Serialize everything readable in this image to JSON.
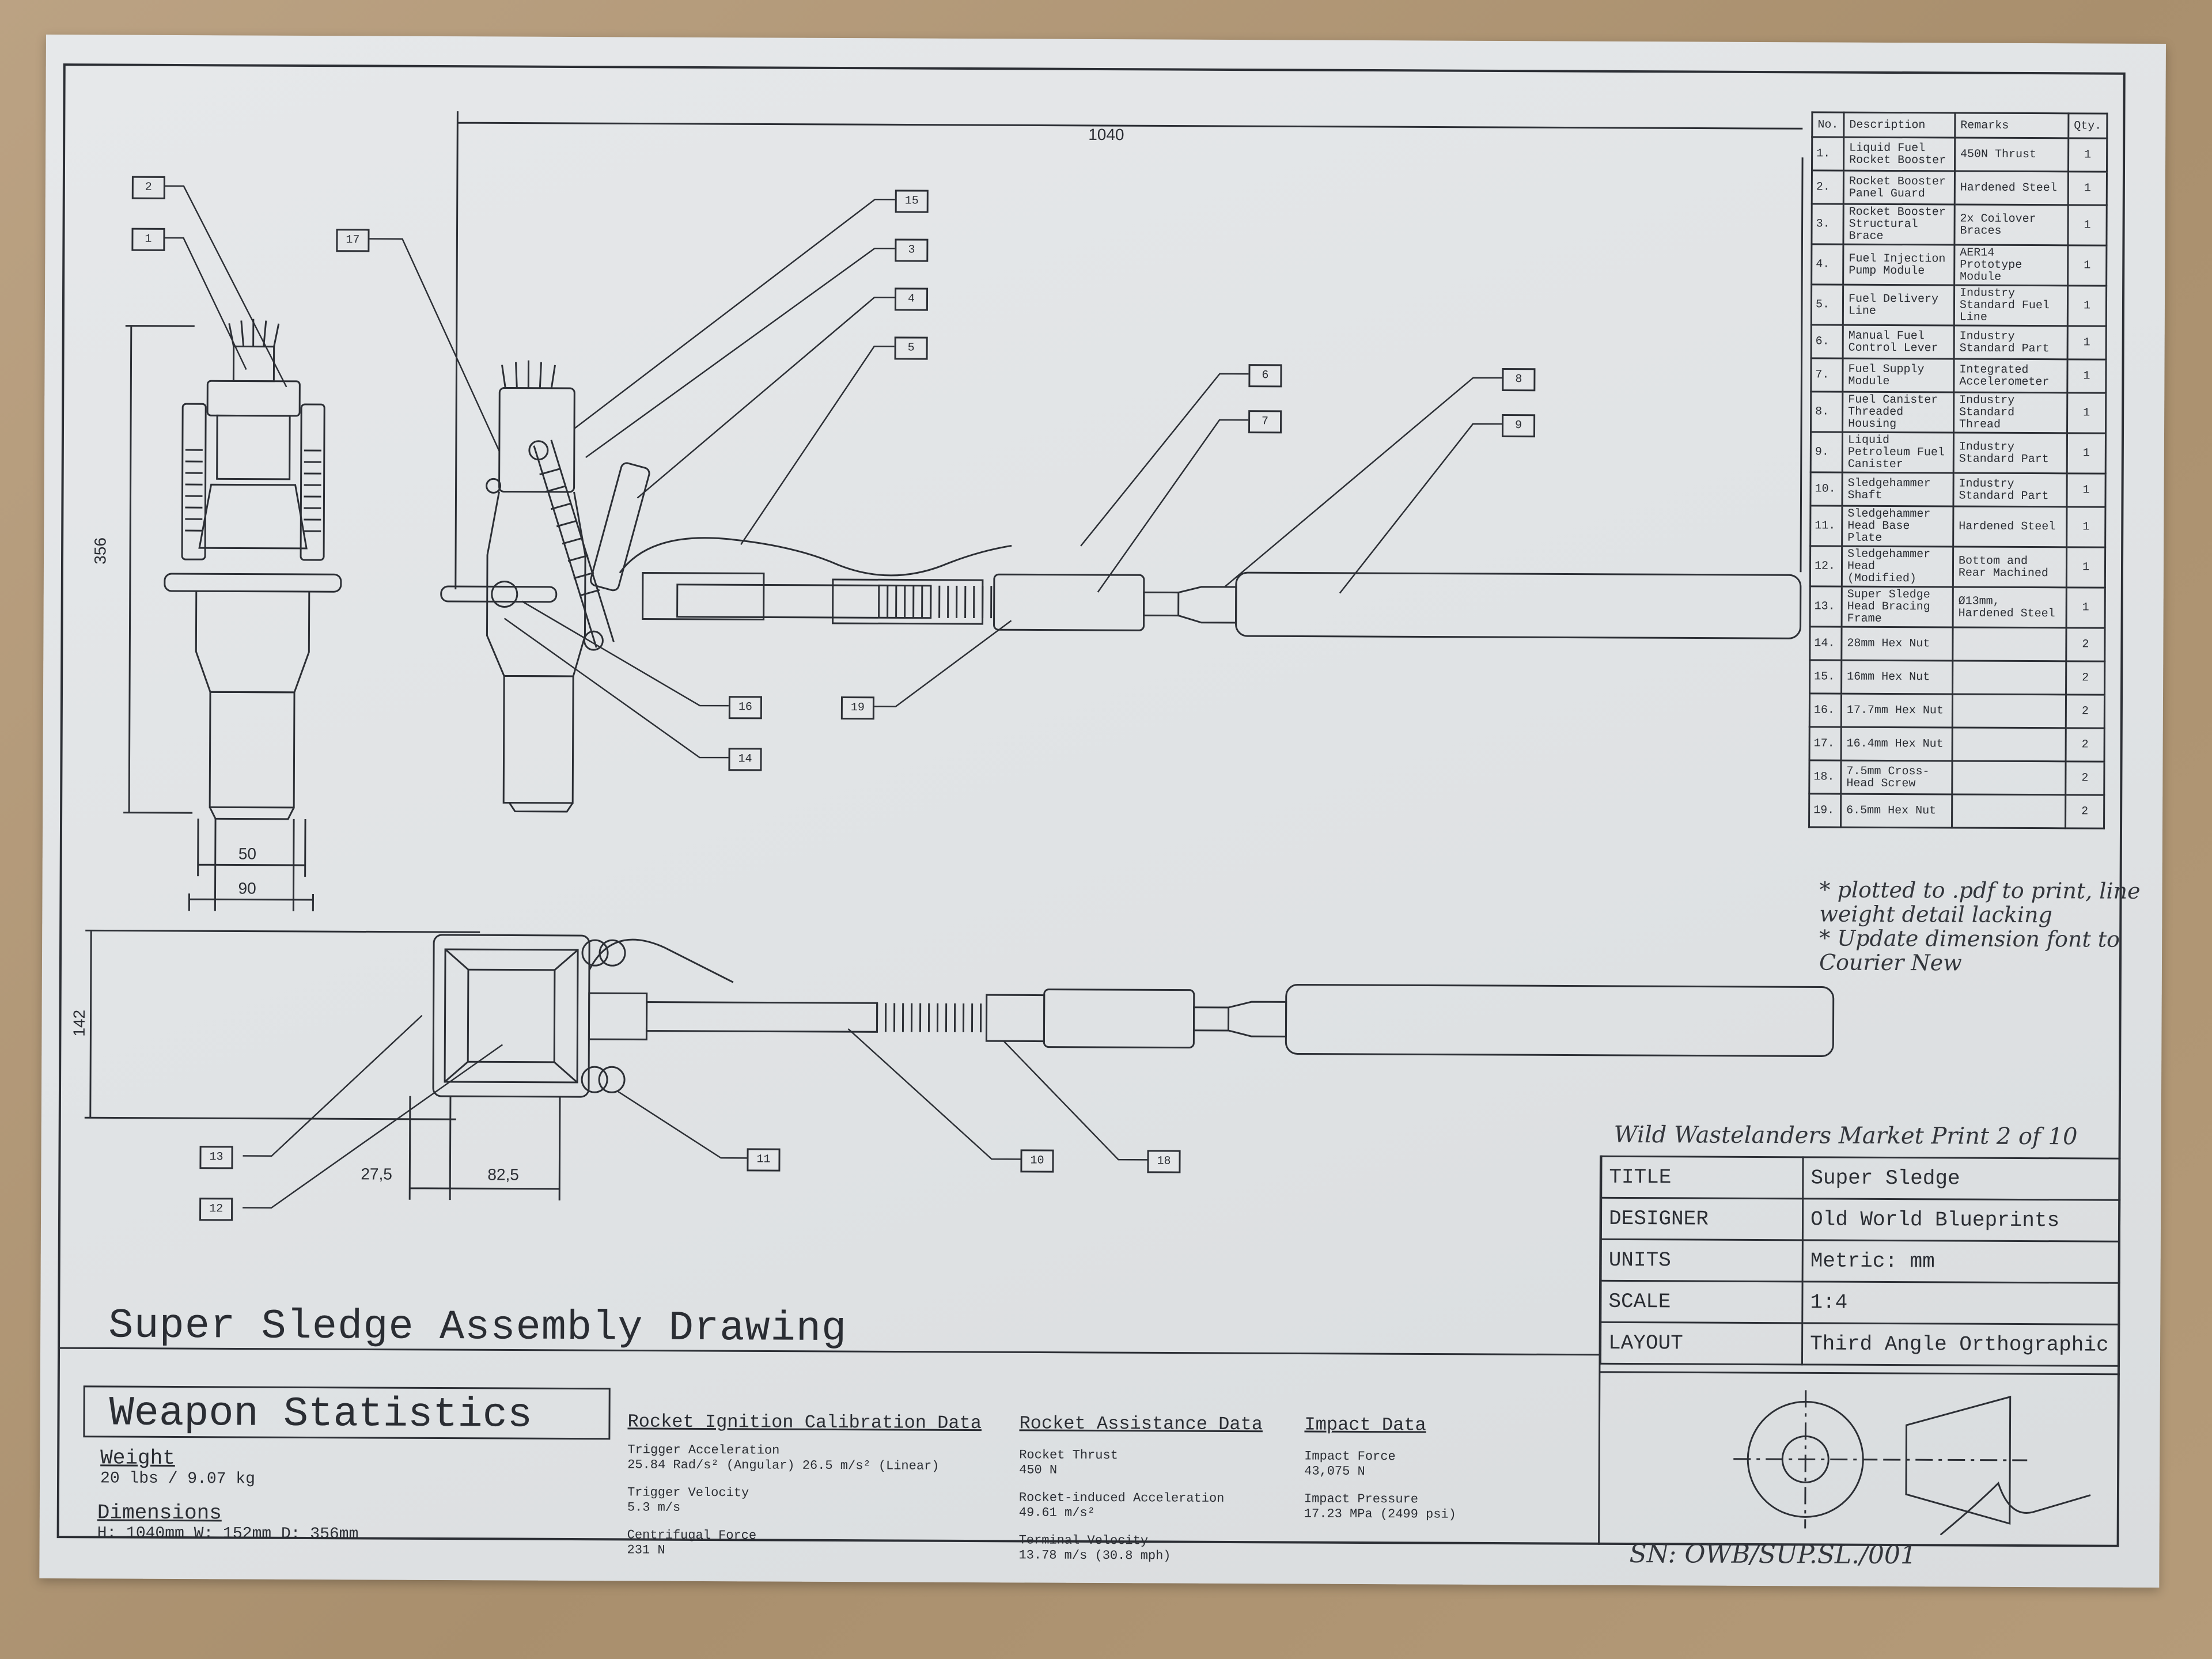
{
  "dimensions": {
    "overall_length": "1040",
    "height_front": "356",
    "width_90": "90",
    "width_50": "50",
    "height_top": "142",
    "d_27_5": "27,5",
    "d_82_5": "82,5"
  },
  "callouts": [
    "1",
    "2",
    "3",
    "4",
    "5",
    "6",
    "7",
    "8",
    "9",
    "10",
    "11",
    "12",
    "13",
    "14",
    "15",
    "16",
    "17",
    "18",
    "19"
  ],
  "parts_table": {
    "headers": [
      "No.",
      "Description",
      "Remarks",
      "Qty."
    ],
    "rows": [
      {
        "no": "1.",
        "desc": "Liquid Fuel Rocket Booster",
        "remarks": "450N Thrust",
        "qty": "1"
      },
      {
        "no": "2.",
        "desc": "Rocket Booster Panel Guard",
        "remarks": "Hardened Steel",
        "qty": "1"
      },
      {
        "no": "3.",
        "desc": "Rocket Booster Structural Brace",
        "remarks": "2x Coilover Braces",
        "qty": "1"
      },
      {
        "no": "4.",
        "desc": "Fuel Injection Pump Module",
        "remarks": "AER14 Prototype Module",
        "qty": "1"
      },
      {
        "no": "5.",
        "desc": "Fuel Delivery Line",
        "remarks": "Industry Standard Fuel Line",
        "qty": "1"
      },
      {
        "no": "6.",
        "desc": "Manual Fuel Control Lever",
        "remarks": "Industry Standard Part",
        "qty": "1"
      },
      {
        "no": "7.",
        "desc": "Fuel Supply Module",
        "remarks": "Integrated Accelerometer",
        "qty": "1"
      },
      {
        "no": "8.",
        "desc": "Fuel Canister Threaded Housing",
        "remarks": "Industry Standard Thread",
        "qty": "1"
      },
      {
        "no": "9.",
        "desc": "Liquid Petroleum Fuel Canister",
        "remarks": "Industry Standard Part",
        "qty": "1"
      },
      {
        "no": "10.",
        "desc": "Sledgehammer Shaft",
        "remarks": "Industry Standard Part",
        "qty": "1"
      },
      {
        "no": "11.",
        "desc": "Sledgehammer Head Base Plate",
        "remarks": "Hardened Steel",
        "qty": "1"
      },
      {
        "no": "12.",
        "desc": "Sledgehammer Head (Modified)",
        "remarks": "Bottom and Rear Machined",
        "qty": "1"
      },
      {
        "no": "13.",
        "desc": "Super Sledge Head Bracing Frame",
        "remarks": "Ø13mm, Hardened Steel",
        "qty": "1"
      },
      {
        "no": "14.",
        "desc": "28mm Hex Nut",
        "remarks": "",
        "qty": "2"
      },
      {
        "no": "15.",
        "desc": "16mm Hex Nut",
        "remarks": "",
        "qty": "2"
      },
      {
        "no": "16.",
        "desc": "17.7mm Hex Nut",
        "remarks": "",
        "qty": "2"
      },
      {
        "no": "17.",
        "desc": "16.4mm Hex Nut",
        "remarks": "",
        "qty": "2"
      },
      {
        "no": "18.",
        "desc": "7.5mm Cross-Head Screw",
        "remarks": "",
        "qty": "2"
      },
      {
        "no": "19.",
        "desc": "6.5mm Hex Nut",
        "remarks": "",
        "qty": "2"
      }
    ]
  },
  "handwritten": {
    "note_1": "* plotted to .pdf to print, line weight detail lacking",
    "note_2": "* Update dimension font to Courier New",
    "market": "Wild Wastelanders Market Print 2 of 10",
    "serial": "SN: OWB/SUP.SL./001"
  },
  "title_block": [
    {
      "key": "TITLE",
      "value": "Super Sledge"
    },
    {
      "key": "DESIGNER",
      "value": "Old World Blueprints"
    },
    {
      "key": "UNITS",
      "value": "Metric: mm"
    },
    {
      "key": "SCALE",
      "value": "1:4"
    },
    {
      "key": "LAYOUT",
      "value": "Third Angle Orthographic"
    }
  ],
  "drawing_title": "Super Sledge Assembly Drawing",
  "weapon_stats": {
    "title": "Weapon Statistics",
    "weight_label": "Weight",
    "weight_value": "20 lbs / 9.07 kg",
    "dimensions_label": "Dimensions",
    "dimensions_value": "H: 1040mm W: 152mm D: 356mm"
  },
  "rocket_ignition": {
    "header": "Rocket Ignition Calibration Data",
    "trigger_accel_label": "Trigger Acceleration",
    "trigger_accel_value": "25.84 Rad/s² (Angular) 26.5 m/s² (Linear)",
    "trigger_vel_label": "Trigger Velocity",
    "trigger_vel_value": "5.3 m/s",
    "centrifugal_label": "Centrifugal Force",
    "centrifugal_value": "231 N"
  },
  "rocket_assist": {
    "header": "Rocket Assistance Data",
    "thrust_label": "Rocket Thrust",
    "thrust_value": "450 N",
    "accel_label": "Rocket-induced Acceleration",
    "accel_value": "49.61 m/s²",
    "terminal_label": "Terminal Velocity",
    "terminal_value": "13.78 m/s (30.8 mph)"
  },
  "impact": {
    "header": "Impact Data",
    "force_label": "Impact Force",
    "force_value": "43,075 N",
    "pressure_label": "Impact Pressure",
    "pressure_value": "17.23 MPa (2499 psi)"
  },
  "colors": {
    "ink": "#2c2f35",
    "paper": "#e2e5e7",
    "board": "#b39a78"
  }
}
